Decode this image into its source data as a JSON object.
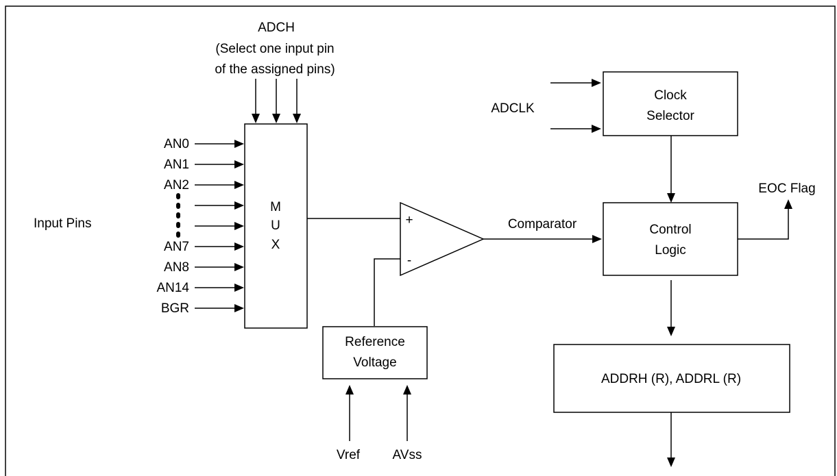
{
  "adch": {
    "line1": "ADCH",
    "line2": "(Select one input pin",
    "line3": "of the assigned pins)"
  },
  "input_pins_label": "Input Pins",
  "pins": [
    "AN0",
    "AN1",
    "AN2",
    "AN7",
    "AN8",
    "AN14",
    "BGR"
  ],
  "mux": {
    "l1": "M",
    "l2": "U",
    "l3": "X"
  },
  "comparator": {
    "plus": "+",
    "minus": "-",
    "label": "Comparator"
  },
  "reference": {
    "line1": "Reference",
    "line2": "Voltage",
    "in1": "Vref",
    "in2": "AVss"
  },
  "adclk_label": "ADCLK",
  "clock_selector": {
    "line1": "Clock",
    "line2": "Selector"
  },
  "control_logic": {
    "line1": "Control",
    "line2": "Logic"
  },
  "eoc_label": "EOC Flag",
  "data_register": "ADDRH (R), ADDRL (R)"
}
